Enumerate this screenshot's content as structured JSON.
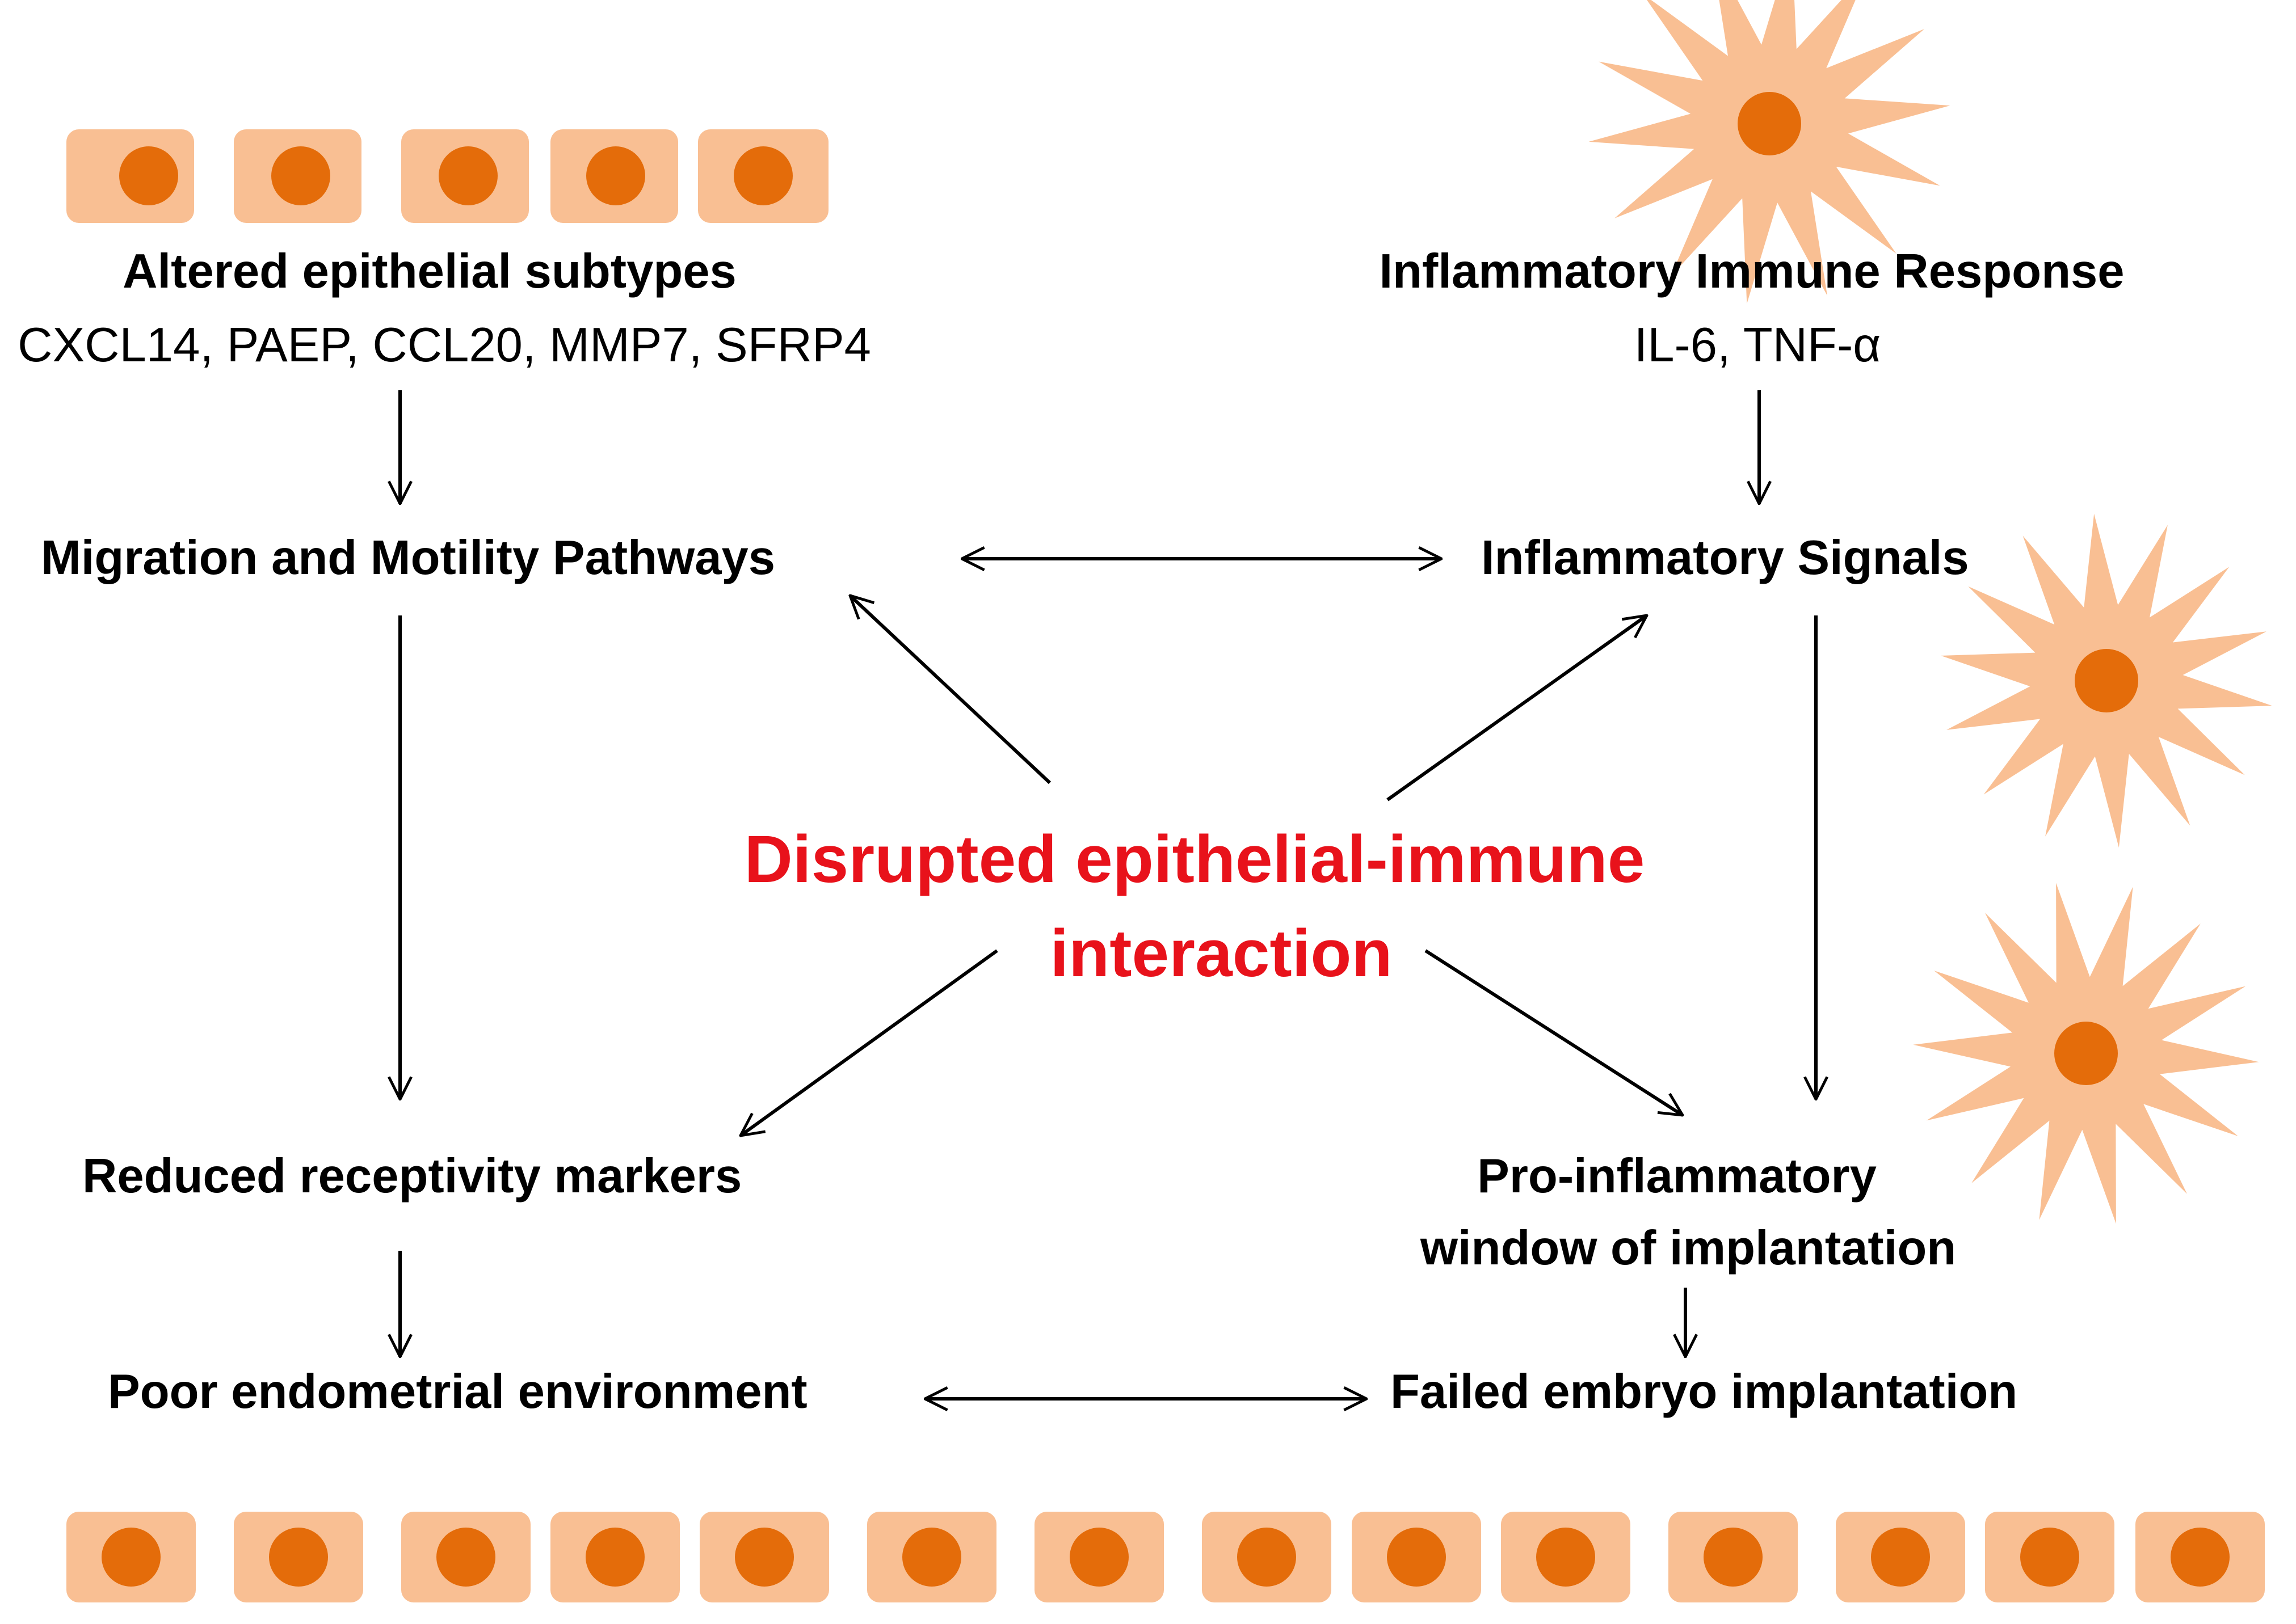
{
  "nodes": {
    "epithelial": {
      "title": "Altered epithelial subtypes",
      "genes": "CXCL14,  PAEP, CCL20, MMP7, SFRP4"
    },
    "immune": {
      "title": "Inflammatory Immune  Response",
      "cytokines": "IL-6, TNF-α"
    },
    "migration": "Migration and Motility Pathways",
    "inflam_signals": "Inflammatory Signals",
    "center": {
      "line1": "Disrupted epithelial-immune",
      "line2": "interaction"
    },
    "reduced": "Reduced receptivity markers",
    "pro_inflam": {
      "line1": "Pro-inflammatory",
      "line2": "window of implantation"
    },
    "poor_env": "Poor endometrial environment",
    "failed": "Failed embryo implantation"
  },
  "colors": {
    "cell_body": "#f9bf93",
    "nucleus": "#e46c0a",
    "center_text": "#e8121b",
    "arrow": "#000000"
  },
  "icons": [
    "epithelial-cell-icon",
    "immune-cell-icon"
  ]
}
